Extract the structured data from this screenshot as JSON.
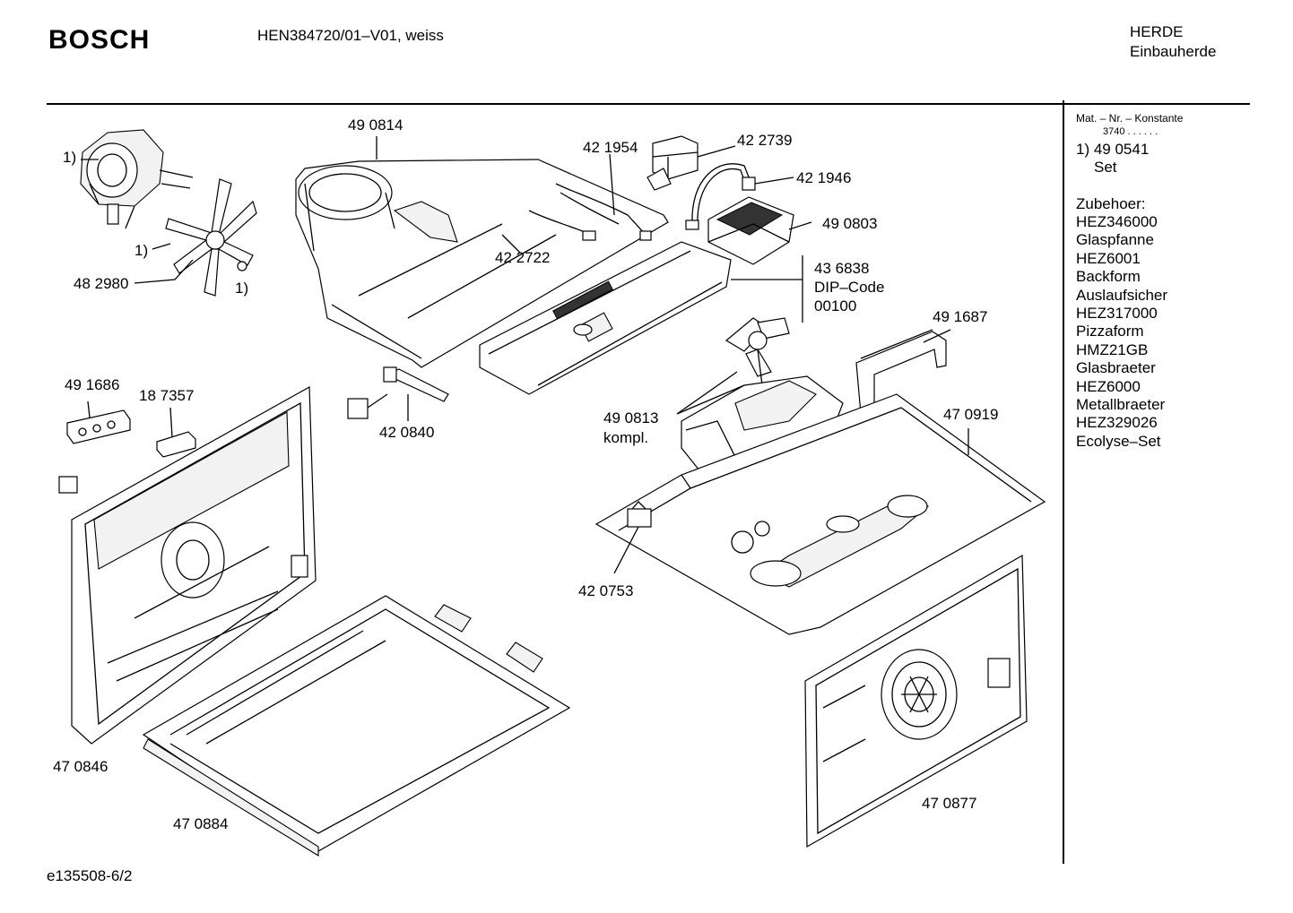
{
  "header": {
    "brand": "BOSCH",
    "model": "HEN384720/01–V01, weiss",
    "category": "HERDE",
    "subcategory": "Einbauherde"
  },
  "side_panel": {
    "konstante_label": "Mat. – Nr. – Konstante",
    "konstante_value": "3740 . . . . . .",
    "note_line1": "1) 49 0541",
    "note_line2": "Set",
    "accessories_title": "Zubehoer:",
    "accessories": [
      "HEZ346000",
      "Glaspfanne",
      "HEZ6001",
      "Backform",
      "Auslaufsicher",
      "HEZ317000",
      "Pizzaform",
      "HMZ21GB",
      "Glasbraeter",
      "HEZ6000",
      "Metallbraeter",
      "HEZ329026",
      "Ecolyse–Set"
    ]
  },
  "labels": {
    "fan_motor_note": "1)",
    "fan_blade_note": "1)",
    "nut_note": "1)",
    "fan_blade": "48 2980",
    "cooling_duct": "49 0814",
    "wiring_loom": "42 1954",
    "transformer": "42 2739",
    "cable": "42 1946",
    "heatsink_module": "49 0803",
    "wire_set": "42 2722",
    "control_board": "43 6838",
    "dip_code_label": "DIP–Code",
    "dip_code_value": "00100",
    "terminal_block_right": "49 1687",
    "cooling_fan": "49 0813",
    "cooling_fan_note": "kompl.",
    "top_panel": "47 0919",
    "terminal_block_left": "49 1686",
    "switch_part": "18 7357",
    "sensor": "42 0840",
    "thermal_fuse": "42 0753",
    "rear_wall": "47 0846",
    "bottom_tray": "47 0884",
    "front_liner": "47 0877"
  },
  "footer": {
    "drawing_id": "e135508-6/2"
  }
}
